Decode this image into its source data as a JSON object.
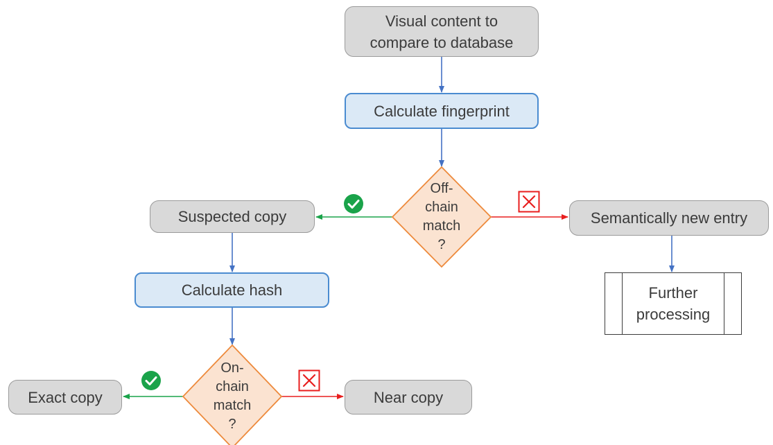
{
  "nodes": {
    "visual_content": "Visual content to compare to database",
    "calc_fingerprint": "Calculate fingerprint",
    "suspected_copy": "Suspected copy",
    "semantically_new": "Semantically new entry",
    "further_processing": "Further processing",
    "calc_hash": "Calculate hash",
    "exact_copy": "Exact copy",
    "near_copy": "Near copy"
  },
  "decisions": {
    "offchain": [
      "Off-",
      "chain",
      "match",
      "?"
    ],
    "onchain": [
      "On-",
      "chain",
      "match",
      "?"
    ]
  },
  "badges": {
    "yes_icon": "green-check-icon",
    "no_icon": "red-x-icon"
  },
  "colors": {
    "flow_arrow": "#4472c4",
    "yes_arrow": "#1aa34a",
    "no_arrow": "#e81e1e",
    "decision_fill": "#fbe3d1",
    "decision_border": "#ed8a3c",
    "process_fill": "#dbe9f6",
    "terminal_fill": "#d9d9d9"
  }
}
